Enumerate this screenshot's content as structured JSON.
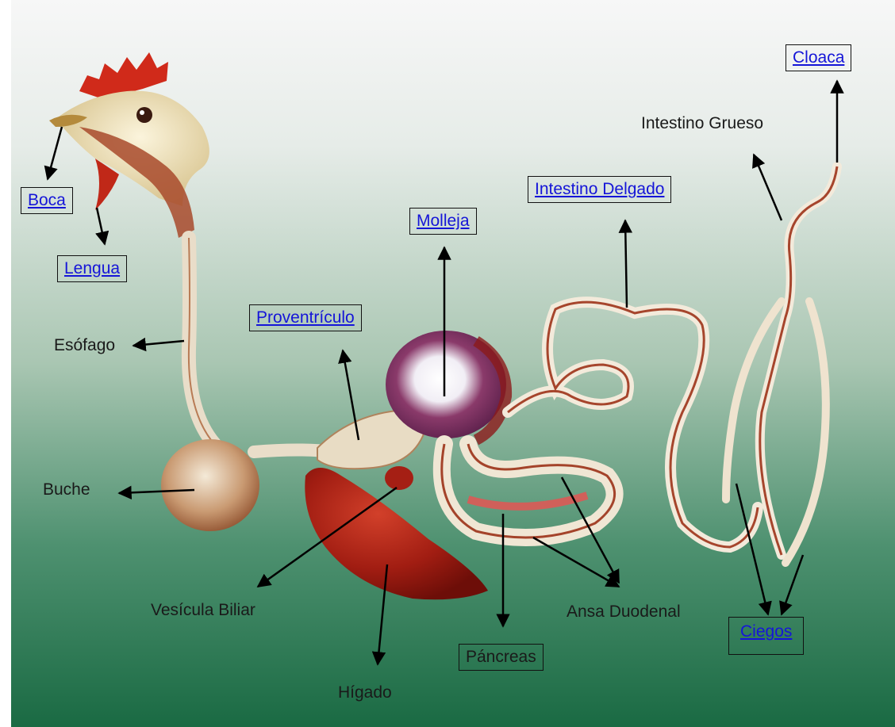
{
  "labels": {
    "boca": "Boca",
    "lengua": "Lengua",
    "esofago": "Esófago",
    "buche": "Buche",
    "proventriculo": "Proventrículo",
    "molleja": "Molleja",
    "intestino_delgado": "Intestino Delgado",
    "intestino_grueso": "Intestino Grueso",
    "cloaca": "Cloaca",
    "vesicula_biliar": "Vesícula Biliar",
    "higado": "Hígado",
    "pancreas": "Páncreas",
    "ansa_duodenal": "Ansa Duodenal",
    "ciegos": "Ciegos"
  },
  "colors": {
    "background_top": "#f4f4f4",
    "background_bottom": "#1c6b45",
    "link": "#1515d8",
    "organ_red": "#9e1f14",
    "organ_cream": "#f2e6d0"
  }
}
